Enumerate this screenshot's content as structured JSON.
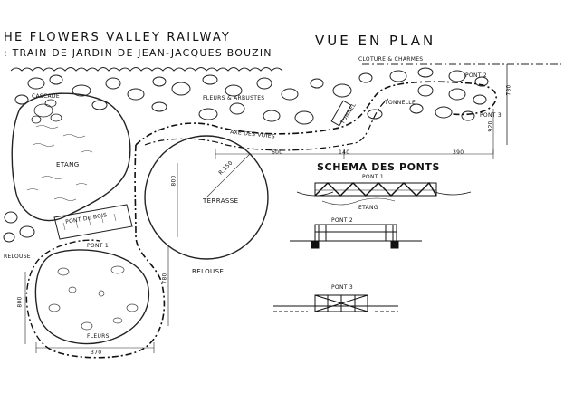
{
  "title_line1": "HE FLOWERS VALLEY RAILWAY",
  "title_line2": ": TRAIN DE JARDIN DE JEAN-JACQUES BOUZIN",
  "view_title": "VUE EN PLAN",
  "bridges_title": "SCHEMA DES PONTS",
  "labels": {
    "cloture": "CLOTURE & CHARMES",
    "cascade": "CASCADE",
    "fleurs_arbustes": "FLEURS & ARBUSTES",
    "axe_voies": "AXE DES VOIES",
    "tonnelle": "TONNELLE",
    "tunnel": "TUNNEL",
    "etang": "ETANG",
    "terrasse": "TERRASSE",
    "pont_bois": "PONT DE BOIS",
    "relouse_left": "RELOUSE",
    "relouse_center": "RELOUSE",
    "fleurs_bottom": "FLEURS",
    "pont1_left": "PONT 1",
    "pont2_right": "PONT 2",
    "pont3_right": "PONT 3",
    "pont1_schema": "PONT 1",
    "pont2_schema": "PONT 2",
    "pont3_schema": "PONT 3",
    "etang_small": "ETANG",
    "dim_600": "600",
    "dim_140": "140",
    "dim_390": "390",
    "dim_r150": "R.150",
    "dim_800": "800",
    "dim_780a": "780",
    "dim_920": "920",
    "dim_780b": "780",
    "dim_800b": "800",
    "dim_370": "370"
  }
}
